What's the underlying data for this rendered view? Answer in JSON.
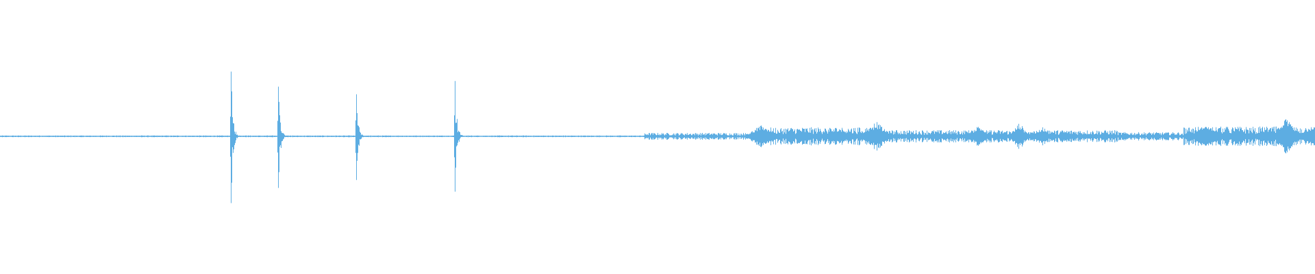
{
  "waveform": {
    "color": "#5dade2",
    "background": "#ffffff",
    "duration_fraction_note_free": true,
    "transients": [
      {
        "pos": 0.1755,
        "amp_up": 0.94,
        "amp_down": 0.97
      },
      {
        "pos": 0.2114,
        "amp_up": 0.74,
        "amp_down": 0.77
      },
      {
        "pos": 0.2705,
        "amp_up": 0.76,
        "amp_down": 0.79
      },
      {
        "pos": 0.3455,
        "amp_up": 1.0,
        "amp_down": 1.0
      }
    ],
    "noise_segments": [
      {
        "start": 0.0,
        "end": 0.49,
        "amp": 0.012
      },
      {
        "start": 0.49,
        "end": 0.575,
        "amp": 0.05
      },
      {
        "start": 0.575,
        "end": 0.67,
        "amp": 0.13
      },
      {
        "start": 0.67,
        "end": 0.85,
        "amp": 0.09
      },
      {
        "start": 0.85,
        "end": 0.9,
        "amp": 0.06
      },
      {
        "start": 0.9,
        "end": 1.0,
        "amp": 0.14
      }
    ],
    "bursts": [
      {
        "pos": 0.579,
        "amp": 0.16,
        "width": 0.014
      },
      {
        "pos": 0.637,
        "amp": 0.12,
        "width": 0.012
      },
      {
        "pos": 0.666,
        "amp": 0.22,
        "width": 0.012
      },
      {
        "pos": 0.744,
        "amp": 0.16,
        "width": 0.01
      },
      {
        "pos": 0.775,
        "amp": 0.2,
        "width": 0.008
      },
      {
        "pos": 0.793,
        "amp": 0.14,
        "width": 0.008
      },
      {
        "pos": 0.918,
        "amp": 0.14,
        "width": 0.02
      },
      {
        "pos": 0.964,
        "amp": 0.12,
        "width": 0.01
      },
      {
        "pos": 0.978,
        "amp": 0.26,
        "width": 0.01
      },
      {
        "pos": 0.996,
        "amp": 0.15,
        "width": 0.008
      }
    ]
  }
}
